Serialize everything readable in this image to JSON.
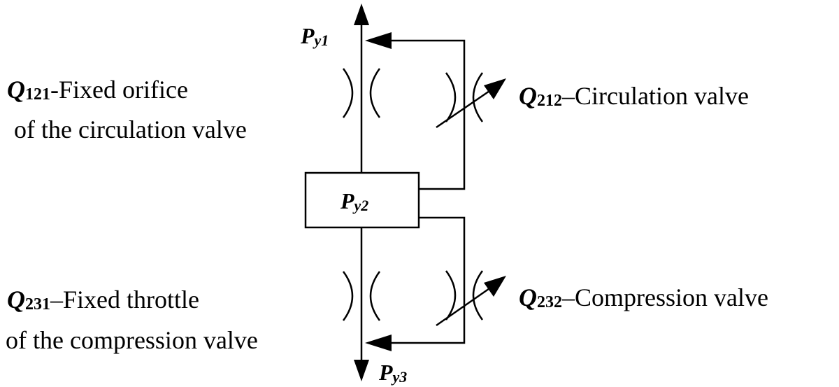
{
  "labels": {
    "py1": {
      "symbol": "P",
      "sub": "y1"
    },
    "py2": {
      "symbol": "P",
      "sub": "y2"
    },
    "py3": {
      "symbol": "P",
      "sub": "y3"
    },
    "q121": {
      "symbol": "Q",
      "sub": "121",
      "sep": "-",
      "line1": "Fixed orifice",
      "line2": "of the circulation valve"
    },
    "q212": {
      "symbol": "Q",
      "sub": "212",
      "sep": "–",
      "line1": "Circulation valve"
    },
    "q231": {
      "symbol": "Q",
      "sub": "231",
      "sep": "–",
      "line1": "Fixed throttle",
      "line2": "of the compression valve"
    },
    "q232": {
      "symbol": "Q",
      "sub": "232",
      "sep": "–",
      "line1": "Compression valve"
    }
  }
}
